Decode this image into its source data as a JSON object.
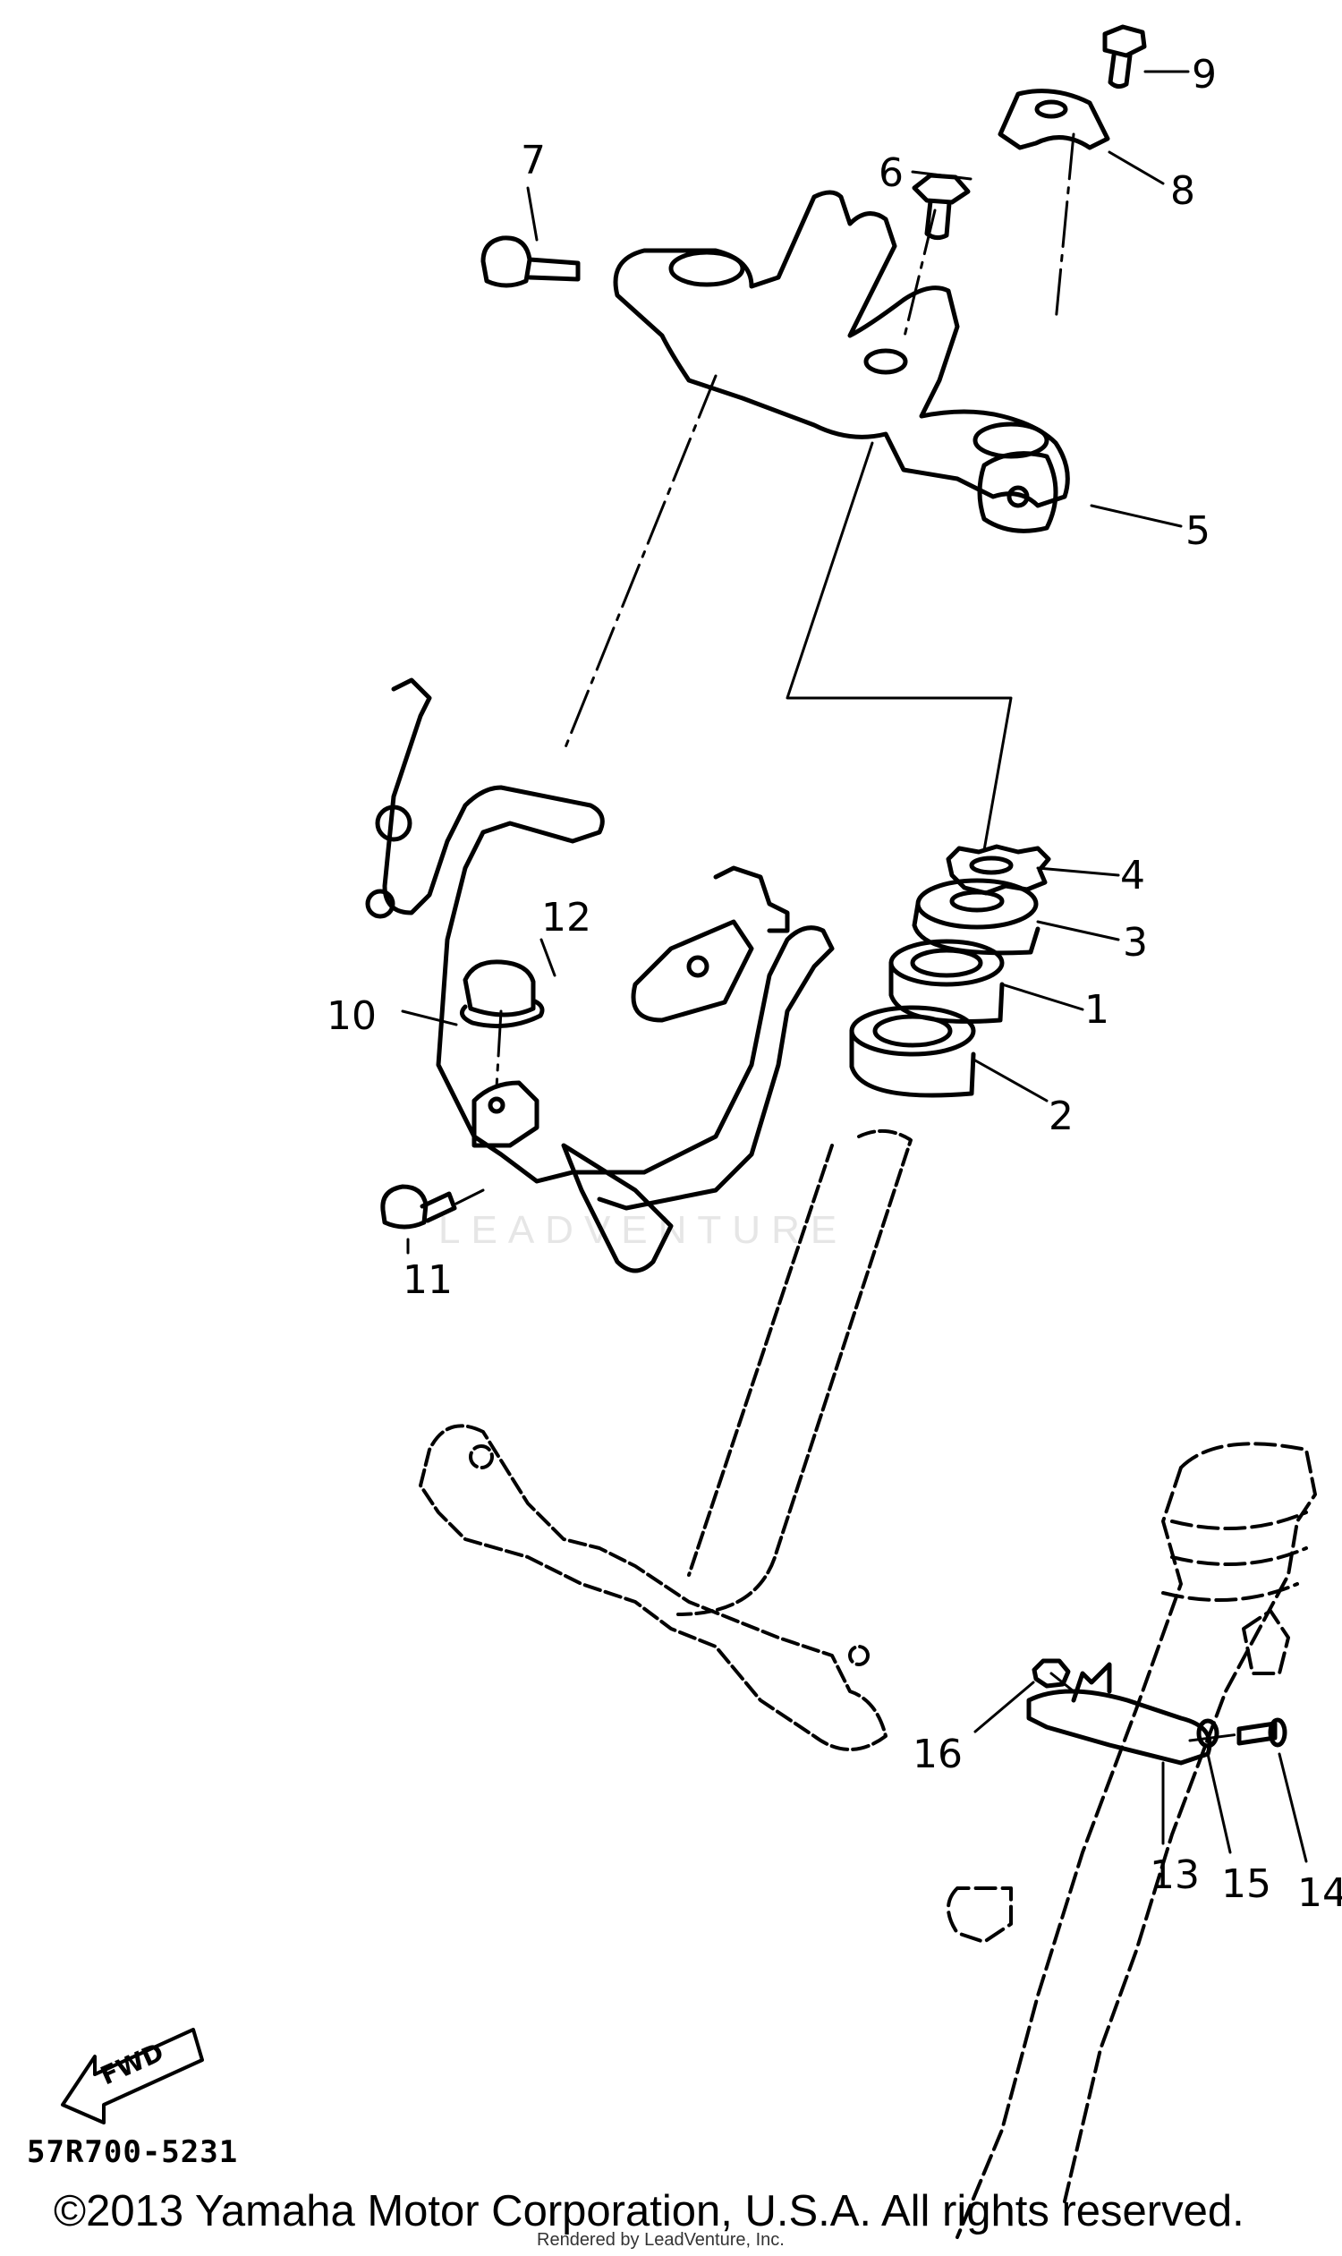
{
  "callouts": [
    {
      "id": "1",
      "label": "1"
    },
    {
      "id": "2",
      "label": "2"
    },
    {
      "id": "3",
      "label": "3"
    },
    {
      "id": "4",
      "label": "4"
    },
    {
      "id": "5",
      "label": "5"
    },
    {
      "id": "6",
      "label": "6"
    },
    {
      "id": "7",
      "label": "7"
    },
    {
      "id": "8",
      "label": "8"
    },
    {
      "id": "9",
      "label": "9"
    },
    {
      "id": "10",
      "label": "10"
    },
    {
      "id": "11",
      "label": "11"
    },
    {
      "id": "12",
      "label": "12"
    },
    {
      "id": "13",
      "label": "13"
    },
    {
      "id": "14",
      "label": "14"
    },
    {
      "id": "15",
      "label": "15"
    },
    {
      "id": "16",
      "label": "16"
    }
  ],
  "fwd_label": "FWD",
  "drawing_number": "57R700-5231",
  "copyright": "©2013 Yamaha Motor Corporation, U.S.A. All rights reserved.",
  "rendered_by": "Rendered by LeadVenture, Inc.",
  "watermark": "LEADVENTURE"
}
